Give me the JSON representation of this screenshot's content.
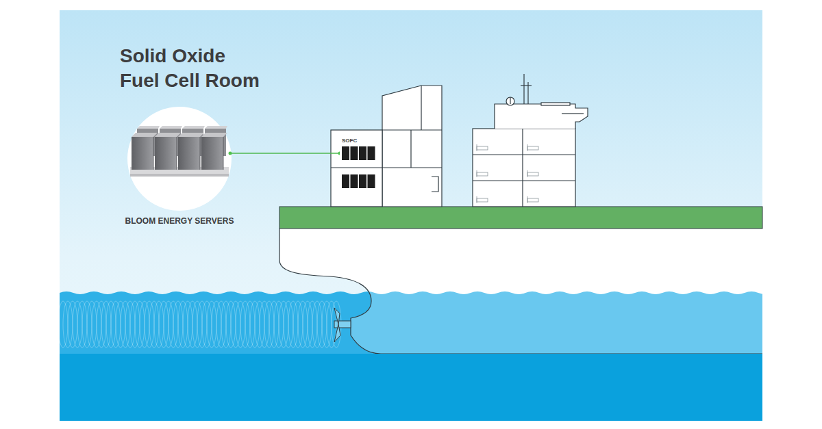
{
  "diagram": {
    "title": "Solid Oxide Fuel Cell Room",
    "nodes": [
      {
        "text": [
          "BLOOM ENERGY SERVERS"
        ]
      },
      {
        "text": [
          "SOFC"
        ]
      }
    ],
    "edges": [
      {
        "from": 0,
        "to": 1,
        "arrow": "none"
      }
    ]
  }
}
